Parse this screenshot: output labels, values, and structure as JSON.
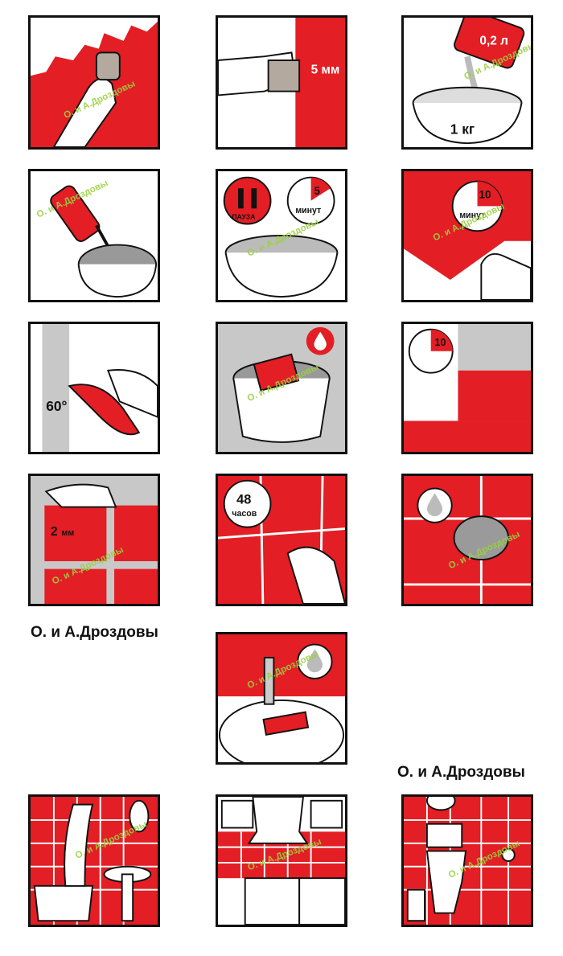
{
  "labels": {
    "mixing_water": "0,2 л",
    "mixing_powder": "1 кг",
    "trowel_depth": "5 мм",
    "pause_word": "ПАУЗА",
    "pause_minutes": "5",
    "minutes_word": "минут",
    "open_time_minutes": "10",
    "angle": "60°",
    "adjust_minutes": "10",
    "joint_value": "2",
    "joint_unit": "мм",
    "cure_hours": "48",
    "hours_word": "часов"
  },
  "watermark": "О. и А.Дроздовы",
  "credits": [
    "О. и А.Дроздовы",
    "О. и А.Дроздовы"
  ],
  "colors": {
    "red": "#e31e24",
    "grey": "#c8c8c8",
    "ink": "#111111",
    "watermark": "#9bd142"
  }
}
